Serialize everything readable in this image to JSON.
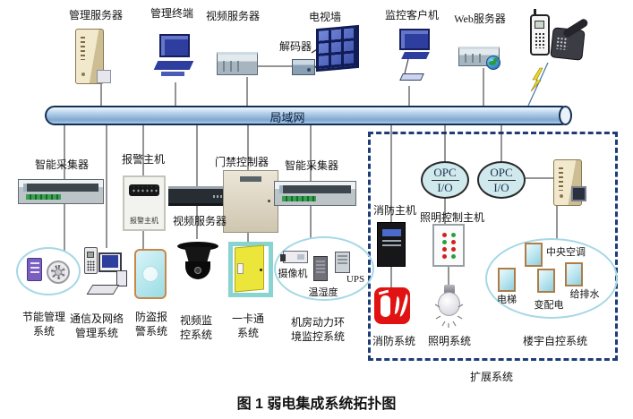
{
  "caption": "图 1 弱电集成系统拓扑图",
  "bus": {
    "label": "局域网"
  },
  "top": {
    "management_server": "管理服务器",
    "management_terminal": "管理终端",
    "video_server": "视频服务器",
    "decoder": "解码器",
    "tv_wall": "电视墙",
    "monitoring_client": "监控客户机",
    "web_server": "Web服务器"
  },
  "middle": {
    "smart_collector_left": "智能采集器",
    "alarm_host_label": "报警主机",
    "alarm_host_device_text": "报警主机",
    "video_server": "视频服务器",
    "access_controller": "门禁控制器",
    "smart_collector_right": "智能采集器"
  },
  "systems": {
    "energy_mgmt": "节能管理系统",
    "comm_network_mgmt": "通信及网络管理系统",
    "burglar_alarm": "防盗报警系统",
    "video_surveillance": "视频监控系统",
    "one_card": "一卡通系统",
    "machine_room_env": "机房动力环境监控系统",
    "machine_room_items": {
      "camera": "摄像机",
      "temp_humidity": "温湿度",
      "ups": "UPS"
    }
  },
  "extension": {
    "box_label": "扩展系统",
    "fire_host": "消防主机",
    "opc_io_1": {
      "top": "OPC",
      "bottom": "I/O"
    },
    "opc_io_2": {
      "top": "OPC",
      "bottom": "I/O"
    },
    "lighting_control_host": "照明控制主机",
    "fire_system": "消防系统",
    "lighting_system": "照明系统",
    "building_automation": "楼宇自控系统",
    "building_items": {
      "central_ac": "中央空调",
      "elevator": "电梯",
      "power_distribution": "变配电",
      "water_supply_drainage": "给排水"
    }
  },
  "colors": {
    "bus_fill": "#bdd6ee",
    "bus_border": "#142f55",
    "extension_border": "#1e3c78",
    "opc_fill": "#cfe9ec",
    "fire_red": "#e01212",
    "door_yellow": "#ece63a",
    "cabinet_cyan": "#bce6f0",
    "ellipse_outline": "#a6d8e6",
    "tv_wall_blue": "#3a4ca6"
  }
}
